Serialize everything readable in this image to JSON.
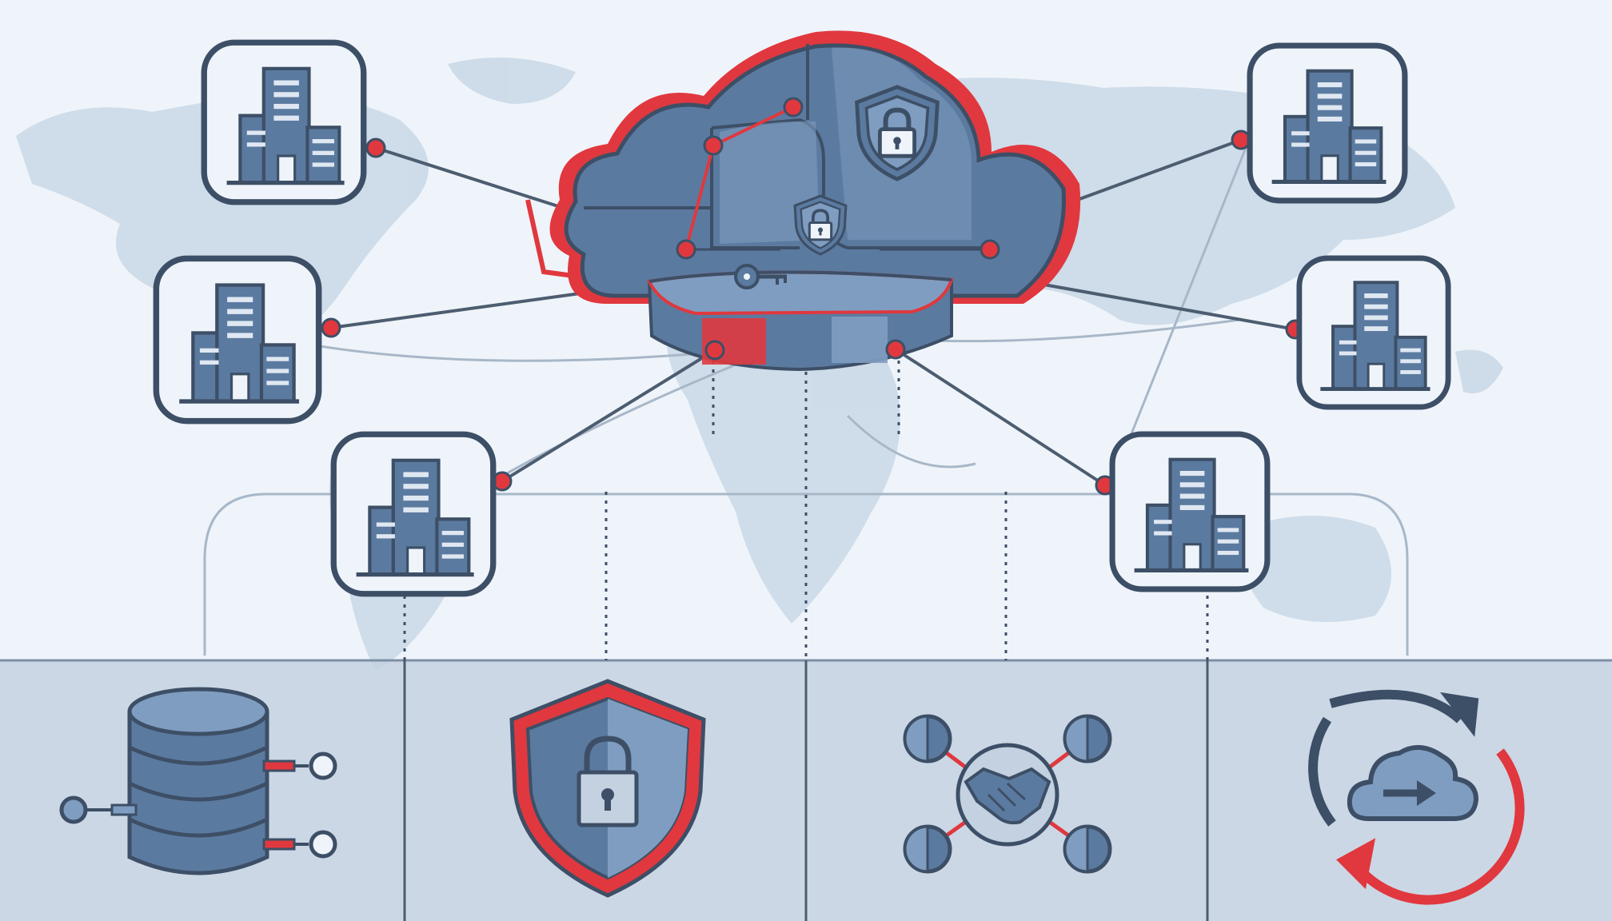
{
  "palette": {
    "background": "#eef4fa",
    "map": "#c9d7e5",
    "panel": "#c3d1e1",
    "outline": "#3d4f66",
    "primary_blue": "#5b7aa0",
    "light_blue": "#7f9dc0",
    "accent_red": "#e0383e",
    "line": "#4d5d70"
  },
  "diagram": {
    "center": {
      "name": "cloud",
      "icons": [
        "shield-lock-icon",
        "shield-lock-icon",
        "key-icon"
      ]
    },
    "sites": [
      {
        "id": "site-top-left",
        "icon": "office-building-icon"
      },
      {
        "id": "site-mid-left",
        "icon": "office-building-icon"
      },
      {
        "id": "site-low-left",
        "icon": "office-building-icon"
      },
      {
        "id": "site-top-right",
        "icon": "office-building-icon"
      },
      {
        "id": "site-mid-right",
        "icon": "office-building-icon"
      },
      {
        "id": "site-low-right",
        "icon": "office-building-icon"
      }
    ],
    "bottom_panels": [
      {
        "id": "panel-data",
        "icon": "database-icon"
      },
      {
        "id": "panel-security",
        "icon": "shield-lock-icon"
      },
      {
        "id": "panel-partnership",
        "icon": "handshake-network-icon"
      },
      {
        "id": "panel-sync",
        "icon": "cloud-sync-icon"
      }
    ]
  }
}
